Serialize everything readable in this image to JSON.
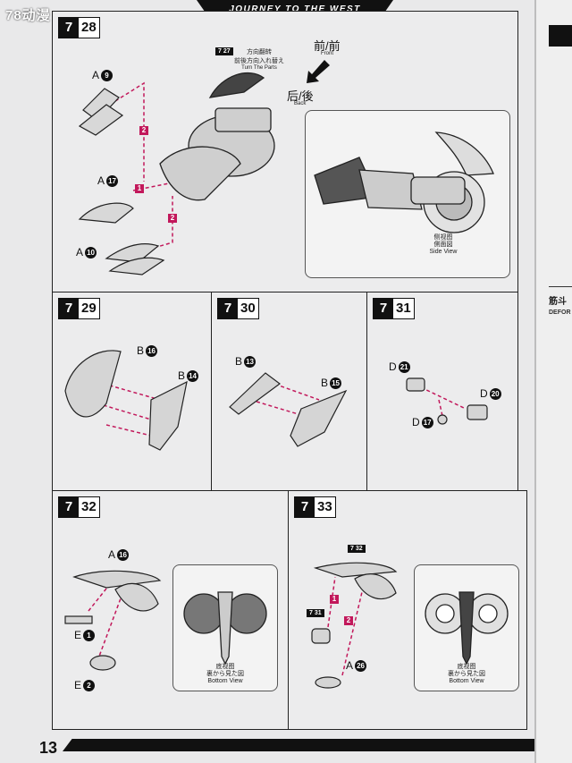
{
  "watermark": "78动漫",
  "header_title": "JOURNEY TO THE WEST",
  "page_number": "13",
  "right_page": {
    "fragment_cn": "筋斗",
    "fragment_en": "DEFOR"
  },
  "steps": [
    {
      "major": "7",
      "minor": "28",
      "turn_badge": "7 27",
      "turn_cn": "方向翻转",
      "turn_jp": "前後方向入れ替え",
      "turn_en": "Turn The Parts",
      "front_cn": "前/前",
      "front_en": "Front",
      "back_cn": "后/後",
      "back_en": "Back",
      "callouts": [
        {
          "sprue": "A",
          "part": "9"
        },
        {
          "sprue": "A",
          "part": "17"
        },
        {
          "sprue": "A",
          "part": "10"
        }
      ],
      "sequence": [
        "2",
        "1",
        "2"
      ],
      "view_cn": "侧视图",
      "view_jp": "側面図",
      "view_en": "Side View"
    },
    {
      "major": "7",
      "minor": "29",
      "callouts": [
        {
          "sprue": "B",
          "part": "16"
        },
        {
          "sprue": "B",
          "part": "14"
        }
      ]
    },
    {
      "major": "7",
      "minor": "30",
      "callouts": [
        {
          "sprue": "B",
          "part": "13"
        },
        {
          "sprue": "B",
          "part": "15"
        }
      ]
    },
    {
      "major": "7",
      "minor": "31",
      "callouts": [
        {
          "sprue": "D",
          "part": "21"
        },
        {
          "sprue": "D",
          "part": "20"
        },
        {
          "sprue": "D",
          "part": "17"
        }
      ]
    },
    {
      "major": "7",
      "minor": "32",
      "callouts": [
        {
          "sprue": "A",
          "part": "16"
        },
        {
          "sprue": "E",
          "part": "1"
        },
        {
          "sprue": "E",
          "part": "2"
        }
      ],
      "view_cn": "底视图",
      "view_jp": "裏から見た図",
      "view_en": "Bottom View"
    },
    {
      "major": "7",
      "minor": "33",
      "ref_badge_top": "7 32",
      "ref_badge_left": "7 31",
      "sequence": [
        "1",
        "2"
      ],
      "callouts": [
        {
          "sprue": "A",
          "part": "26"
        }
      ],
      "view_cn": "底视图",
      "view_jp": "裏から見た図",
      "view_en": "Bottom View"
    }
  ],
  "colors": {
    "accent_arrow": "#c2185b",
    "ink": "#111111",
    "paper": "#ececed"
  }
}
